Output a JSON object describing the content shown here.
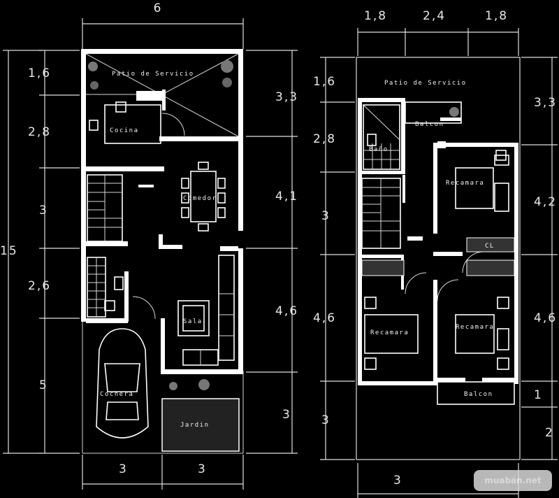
{
  "ground_floor": {
    "top_width": "6",
    "left_dims": [
      "1,6",
      "2,8",
      "3",
      "2,6",
      "5"
    ],
    "total_height": "15",
    "right_dims": [
      "3,3",
      "4,1",
      "4,6",
      "3"
    ],
    "bottom_dims": [
      "3",
      "3"
    ],
    "rooms": {
      "patio": "Patio de Servicio",
      "kitchen": "Cocina",
      "dining": "Comedor",
      "living": "Sala",
      "garage": "Cochera",
      "garden": "Jardin"
    }
  },
  "upper_floor": {
    "top_dims": [
      "1,8",
      "2,4",
      "1,8"
    ],
    "left_dims": [
      "1,6",
      "2,8",
      "3",
      "4,6",
      "3"
    ],
    "right_dims": [
      "3,3",
      "4,2",
      "4,6",
      "1",
      "2"
    ],
    "bottom_dim": "3",
    "rooms": {
      "patio": "Patio de Servicio",
      "balcon_top": "Balcon",
      "bath": "Baño",
      "bedroom_ne": "Recamara",
      "closet": "CL",
      "bedroom_sw": "Recamara",
      "bedroom_se": "Recamara",
      "balcon_bottom": "Balcon"
    }
  },
  "watermark": "muabán.net"
}
